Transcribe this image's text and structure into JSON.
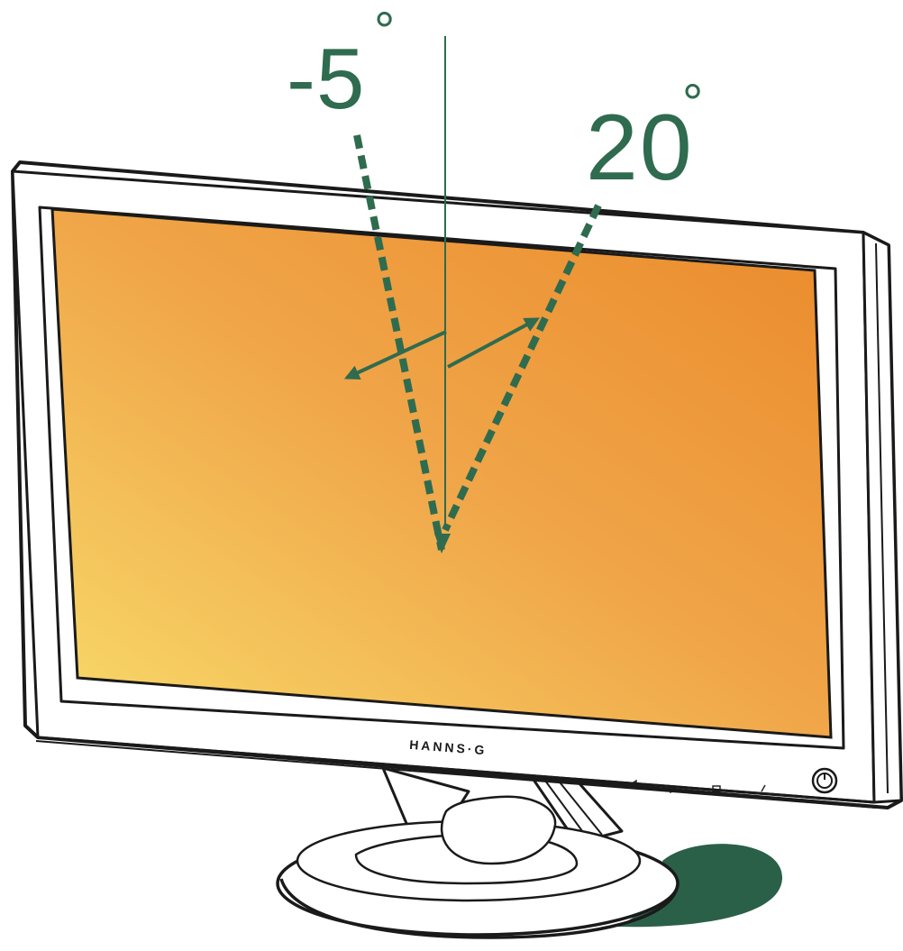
{
  "tilt": {
    "back_angle": "-5",
    "forward_angle": "20",
    "degree_symbol": "°"
  },
  "brand": {
    "logo_text": "HANNS·G"
  },
  "colors": {
    "accent_green": "#2f6b4f",
    "screen_light": "#f7d666",
    "screen_dark": "#ec8c2c",
    "shadow": "#2a6048",
    "line": "#1a1a1a"
  },
  "icons": [
    "power-button-icon",
    "tilt-arrow-back-icon",
    "tilt-arrow-forward-icon"
  ]
}
